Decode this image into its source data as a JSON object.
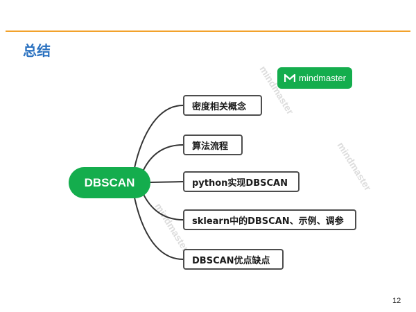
{
  "slide": {
    "title": "总结",
    "page_number": "12",
    "accent_color": "#f2a22b",
    "title_color": "#2b72c0"
  },
  "mindmap": {
    "root": "DBSCAN",
    "root_color": "#14ad4d",
    "topics": [
      "密度相关概念",
      "算法流程",
      "python实现DBSCAN",
      "sklearn中的DBSCAN、示例、调参",
      "DBSCAN优点缺点"
    ]
  },
  "branding": {
    "badge_text": "mindmaster",
    "badge_icon": "mindmaster-logo-icon",
    "watermark_text": "mindmaster"
  }
}
